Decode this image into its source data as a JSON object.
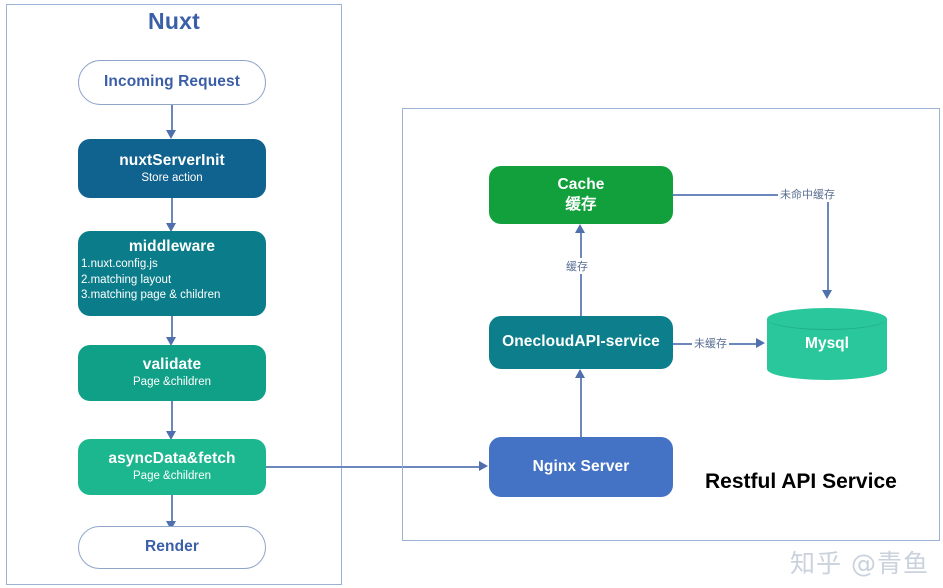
{
  "nuxt_panel": {
    "title": "Nuxt",
    "nodes": [
      {
        "id": "incoming-request",
        "label": "Incoming Request",
        "sub": "",
        "style": "pill"
      },
      {
        "id": "nuxt-server-init",
        "label": "nuxtServerInit",
        "sub": "Store action",
        "color": "#10628f"
      },
      {
        "id": "middleware",
        "label": "middleware",
        "sub": "",
        "color": "#0b7d8a",
        "list": [
          "1.nuxt.config.js",
          "2.matching layout",
          "3.matching page & children"
        ]
      },
      {
        "id": "validate",
        "label": "validate",
        "sub": "Page &children",
        "color": "#10a087"
      },
      {
        "id": "async-data-fetch",
        "label": "asyncData&fetch",
        "sub": "Page &children",
        "color": "#1cb78f"
      },
      {
        "id": "render",
        "label": "Render",
        "sub": "",
        "style": "pill"
      }
    ]
  },
  "api_panel": {
    "title": "Restful API Service",
    "nodes": [
      {
        "id": "cache",
        "label": "Cache",
        "sub": "缓存",
        "color": "#12a03c"
      },
      {
        "id": "onecloud-api-service",
        "label": "OnecloudAPI-service",
        "sub": "",
        "color": "#0d7f8c"
      },
      {
        "id": "nginx-server",
        "label": "Nginx Server",
        "sub": "",
        "color": "#4472c4"
      },
      {
        "id": "mysql",
        "label": "Mysql",
        "sub": "",
        "color": "#2ac79c",
        "shape": "cylinder"
      }
    ],
    "edge_labels": {
      "cache_to_mysql": "未命中缓存",
      "service_to_cache": "缓存",
      "service_to_mysql": "未缓存"
    }
  },
  "watermark": "知乎 @青鱼",
  "colors": {
    "panel_border": "#9bb2d4",
    "connector": "#6b87bb",
    "arrowhead": "#4f6fad",
    "pill_text": "#3b5ea8",
    "title_blue": "#3b5ea8"
  }
}
